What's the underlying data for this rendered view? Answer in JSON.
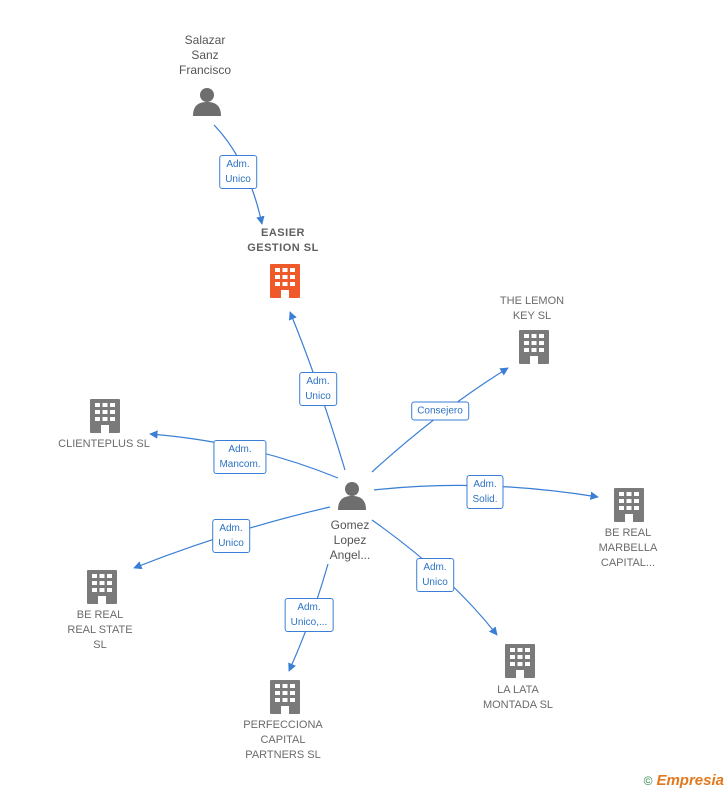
{
  "colors": {
    "edge": "#3a7fd5",
    "company": "#7a7a7a",
    "company_focus": "#f0592a",
    "person": "#6e6e6e"
  },
  "nodes": {
    "salazar": {
      "label": "Salazar\nSanz\nFrancisco",
      "type": "person-icon"
    },
    "easier": {
      "label": "EASIER\nGESTION  SL",
      "type": "building-icon"
    },
    "lemon": {
      "label": "THE LEMON\nKEY  SL",
      "type": "building-icon"
    },
    "clienteplus": {
      "label": "CLIENTEPLUS SL",
      "type": "building-icon"
    },
    "gomez": {
      "label": "Gomez\nLopez\nAngel...",
      "type": "person-icon"
    },
    "marbella": {
      "label": "BE REAL\nMARBELLA\nCAPITAL...",
      "type": "building-icon"
    },
    "realstate": {
      "label": "BE REAL\nREAL STATE\nSL",
      "type": "building-icon"
    },
    "perfecciona": {
      "label": "PERFECCIONA\nCAPITAL\nPARTNERS  SL",
      "type": "building-icon"
    },
    "lalata": {
      "label": "LA LATA\nMONTADA  SL",
      "type": "building-icon"
    }
  },
  "edges": {
    "salazar_easier": "Adm.\nUnico",
    "gomez_easier": "Adm.\nUnico",
    "gomez_lemon": "Consejero",
    "gomez_clienteplus": "Adm.\nMancom.",
    "gomez_marbella": "Adm.\nSolid.",
    "gomez_realstate": "Adm.\nUnico",
    "gomez_perfecciona": "Adm.\nUnico,...",
    "gomez_lalata": "Adm.\nUnico"
  },
  "credit": {
    "symbol": "©",
    "brand": "Empresia"
  }
}
